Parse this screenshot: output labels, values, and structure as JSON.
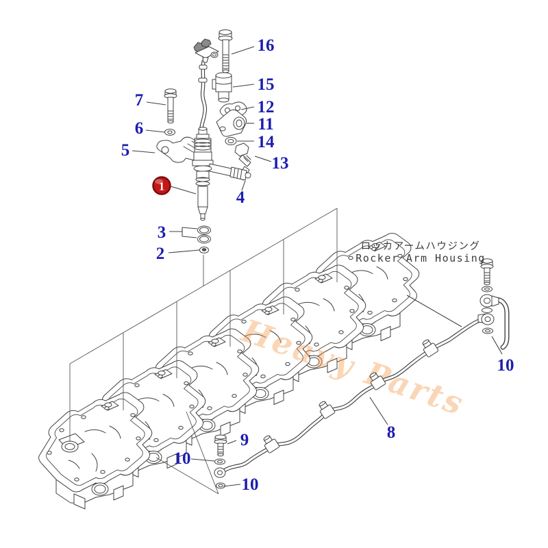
{
  "diagram": {
    "heading": {
      "jp": "ロッカアームハウジング",
      "en": "Rocker Arm Housing"
    },
    "watermark": {
      "text": "Heavy Parts"
    },
    "colors": {
      "callout_blue": "#1d1db0",
      "badge_red": "#c41717",
      "badge_ring": "#7a0e0e",
      "line_gray": "#404040",
      "watermark_orange": "#f3984a",
      "background": "#ffffff"
    },
    "labels": {
      "n1": "1",
      "n2": "2",
      "n3": "3",
      "n4": "4",
      "n5": "5",
      "n6": "6",
      "n7": "7",
      "n8": "8",
      "n9": "9",
      "n10_left": "10",
      "n10_bottom": "10",
      "n10_right": "10",
      "n11": "11",
      "n12": "12",
      "n13": "13",
      "n14": "14",
      "n15": "15",
      "n16": "16"
    }
  }
}
